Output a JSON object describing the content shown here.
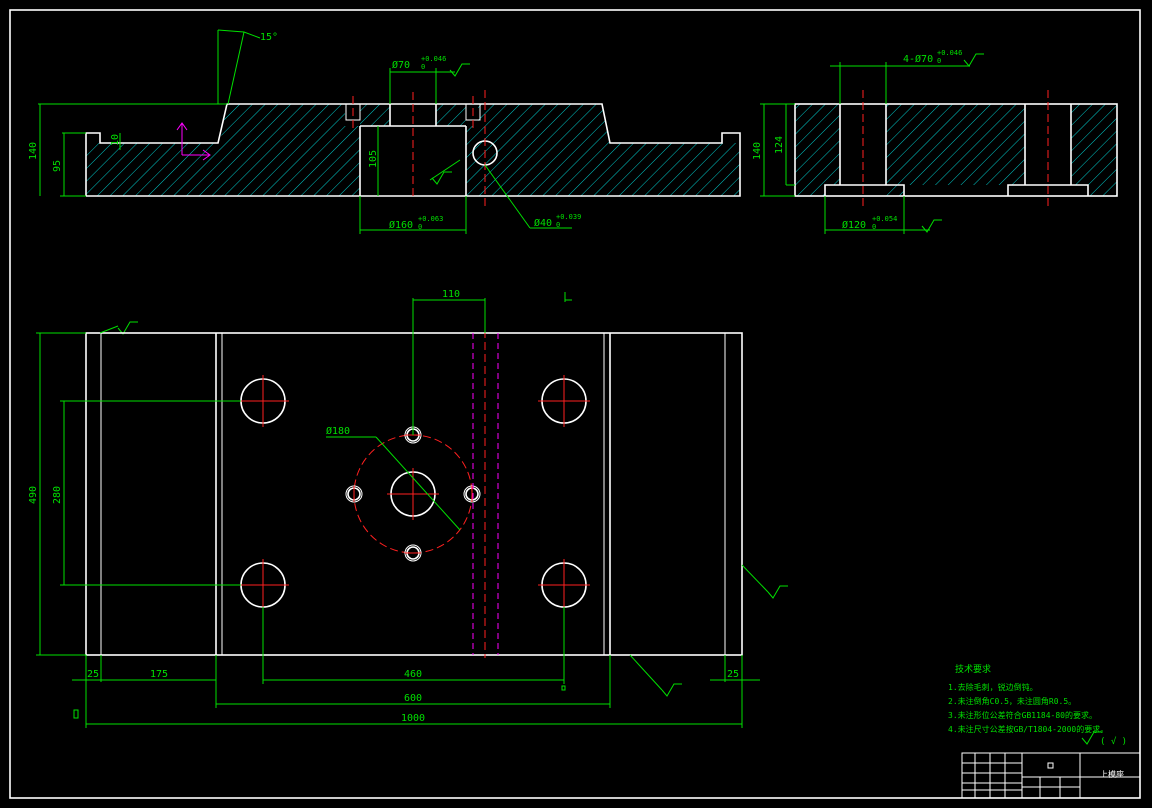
{
  "colors": {
    "background": "#000000",
    "outline": "#ffffff",
    "dimension": "#00e000",
    "centerline": "#ff2020",
    "hatch": "#00c8c8",
    "ucs": "#ff00ff"
  },
  "section_a": {
    "angle": "15°",
    "dim_height_total": "140",
    "dim_height_base": "95",
    "dim_small": "10",
    "dim_pocket": "105",
    "dia_top": "Ø70",
    "dia_top_tol": "+0.046",
    "dia_top_tol_low": "0",
    "dia_bottom": "Ø160",
    "dia_bottom_tol": "+0.063",
    "dia_bottom_tol_low": "0",
    "dia_side": "Ø40",
    "dia_side_tol": "+0.039",
    "dia_side_tol_low": "0"
  },
  "section_b": {
    "holes": "4-Ø70",
    "holes_tol": "+0.046",
    "holes_tol_low": "0",
    "dim_height_total": "140",
    "dim_height_pocket": "124",
    "dia_bottom": "Ø120",
    "dia_bottom_tol": "+0.054",
    "dia_bottom_tol_low": "0"
  },
  "plan": {
    "dim_top_offset": "110",
    "dia_pcd": "Ø180",
    "dim_height": "490",
    "dim_hole_spacing_v": "280",
    "dim_edge_left": "25",
    "dim_flange": "175",
    "dim_hole_spacing_h": "460",
    "dim_inner": "600",
    "dim_overall": "1000",
    "dim_edge_right": "25"
  },
  "notes": {
    "title": "技术要求",
    "items": [
      "1.去除毛刺，锐边倒钝。",
      "2.未注倒角C0.5，未注圆角R0.5。",
      "3.未注形位公差符合GB1184-80的要求。",
      "4.未注尺寸公差按GB/T1804-2000的要求。"
    ],
    "roughness": "(  √  )"
  },
  "title_block": {
    "part_name": "上模座"
  }
}
